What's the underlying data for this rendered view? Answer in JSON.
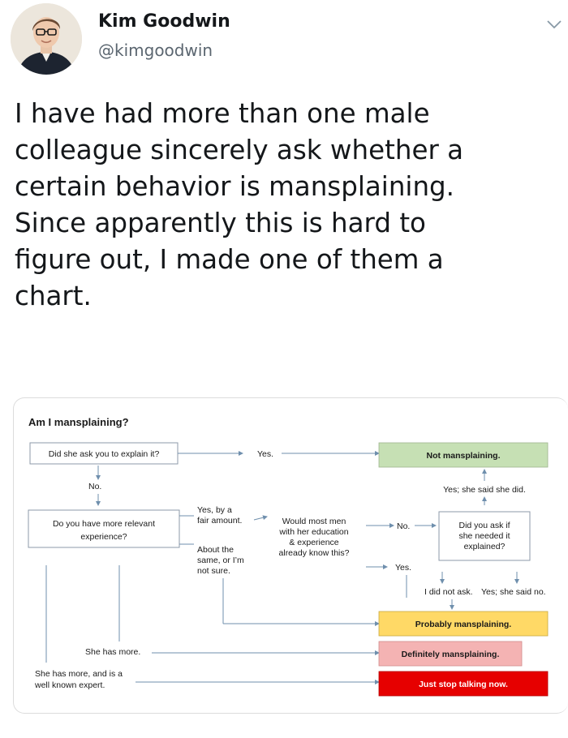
{
  "tweet": {
    "author_name": "Kim Goodwin",
    "author_handle": "@kimgoodwin",
    "text_lines": [
      "I have had more than one male",
      "colleague sincerely ask whether a",
      "certain behavior is mansplaining.",
      "Since apparently this is hard to",
      "figure out, I made one of them a",
      "chart."
    ]
  },
  "icons": {
    "avatar": "avatar-photo",
    "caret": "chevron-down-icon"
  },
  "flowchart": {
    "title": "Am I mansplaining?",
    "q1": "Did she ask you to explain it?",
    "q1_yes": "Yes.",
    "q1_no": "No.",
    "q2_lines": [
      "Do you have more relevant",
      "experience?"
    ],
    "q2_fair_lines": [
      "Yes, by a",
      "fair amount."
    ],
    "q2_same_lines": [
      "About the",
      "same, or I’m",
      "not sure."
    ],
    "q3_lines": [
      "Would most men",
      "with her education",
      "& experience",
      "already know this?"
    ],
    "q3_no": "No.",
    "q3_yes": "Yes.",
    "q4_lines": [
      "Did you ask if",
      "she needed it",
      "explained?"
    ],
    "q4_yes_said_did": "Yes; she said she did.",
    "q4_did_not_ask": "I did not ask.",
    "q4_yes_said_no": "Yes; she said no.",
    "has_more": "She has more.",
    "expert_lines": [
      "She has more, and is a",
      "well known expert."
    ],
    "out_not": "Not mansplaining.",
    "out_probably": "Probably mansplaining.",
    "out_definitely": "Definitely mansplaining.",
    "out_stop": "Just stop talking now."
  },
  "colors": {
    "not": "#c6e0b4",
    "probably": "#ffd966",
    "definitely": "#f4b3b3",
    "stop": "#e60000",
    "arrow": "#6f8fad"
  }
}
